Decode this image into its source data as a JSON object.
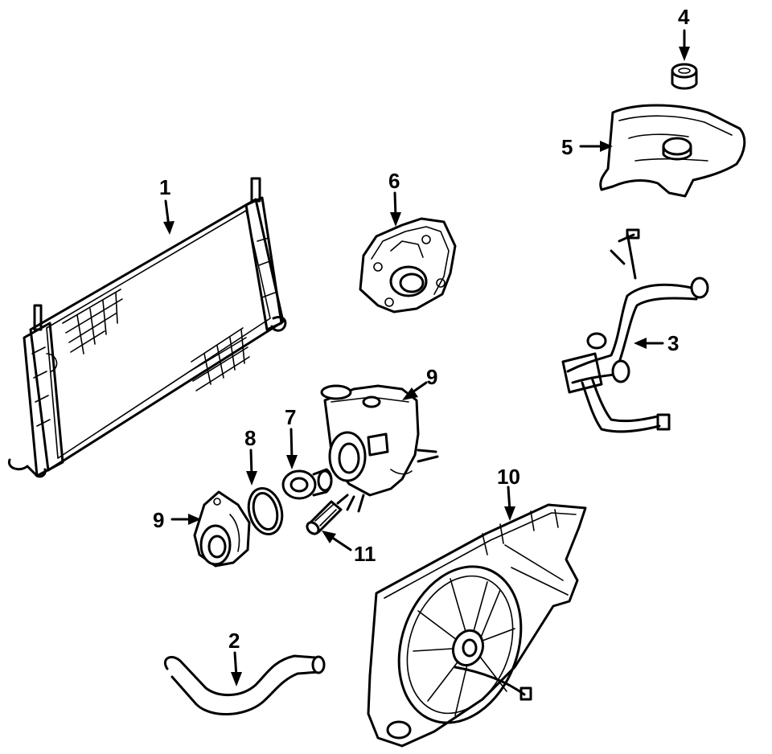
{
  "callouts": {
    "c1": "1",
    "c2": "2",
    "c3": "3",
    "c4": "4",
    "c5": "5",
    "c6": "6",
    "c7": "7",
    "c8": "8",
    "c9a": "9",
    "c9b": "9",
    "c10": "10",
    "c11": "11"
  },
  "colors": {
    "ink": "#000000",
    "background": "#ffffff"
  }
}
